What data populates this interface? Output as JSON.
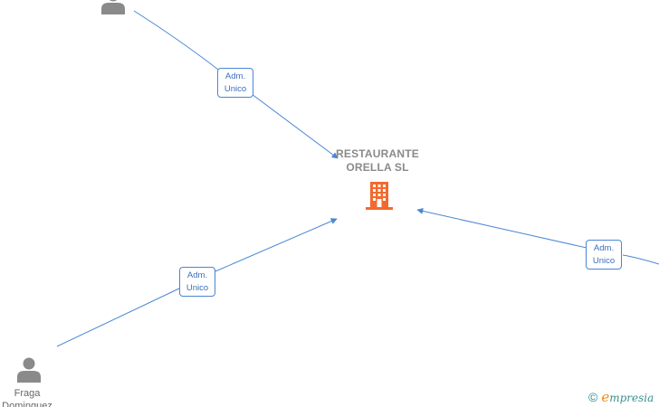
{
  "company": {
    "name_line1": "RESTAURANTE",
    "name_line2": "ORELLA  SL",
    "icon": "building-icon",
    "icon_color": "#f26a2e"
  },
  "relations": [
    {
      "id": "top-left",
      "role_line1": "Adm.",
      "role_line2": "Unico"
    },
    {
      "id": "bottom-left",
      "role_line1": "Adm.",
      "role_line2": "Unico"
    },
    {
      "id": "right",
      "role_line1": "Adm.",
      "role_line2": "Unico"
    }
  ],
  "persons": [
    {
      "id": "top-left",
      "icon": "person-icon",
      "name_line1": "",
      "name_line2": ""
    },
    {
      "id": "bottom-left",
      "icon": "person-icon",
      "name_line1": "Fraga",
      "name_line2": "Dominguez"
    }
  ],
  "colors": {
    "edge": "#4a86d4",
    "person": "#8a8a8a",
    "label": "#8a8a8a"
  },
  "watermark": {
    "copyright": "©",
    "brand_initial": "e",
    "brand_rest": "mpresia"
  }
}
